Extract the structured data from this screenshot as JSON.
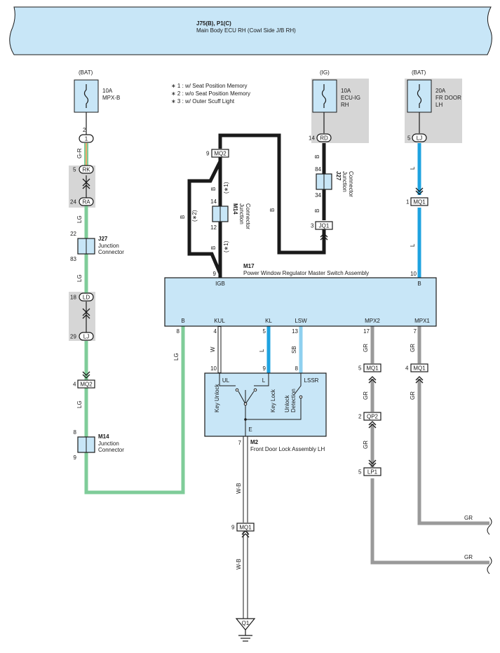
{
  "banner": {
    "code": "J75(B), P1(C)",
    "name": "Main Body ECU RH (Cowl Side J/B RH)"
  },
  "legend": [
    "∗ 1 : w/ Seat Position Memory",
    "∗ 2 : w/o Seat Position Memory",
    "∗ 3 : w/ Outer Scuff Light"
  ],
  "fuses": {
    "mpxb": {
      "source": "(BAT)",
      "line1": "10A",
      "line2": "MPX-B",
      "line3": ""
    },
    "ecuig": {
      "source": "(IG)",
      "line1": "10A",
      "line2": "ECU-IG",
      "line3": "RH"
    },
    "frdoor": {
      "source": "(BAT)",
      "line1": "20A",
      "line2": "FR DOOR",
      "line3": "LH"
    }
  },
  "connectors": {
    "c1": {
      "label": "1",
      "pin": "2"
    },
    "rk": {
      "label": "RK",
      "pin": "5"
    },
    "ra": {
      "label": "RA",
      "pin": "24"
    },
    "ld": {
      "label": "LD",
      "pin": "18"
    },
    "lj_left": {
      "label": "LJ",
      "pin": "29"
    },
    "mq2_left": {
      "label": "MQ2",
      "pin": "4"
    },
    "mq2_top": {
      "label": "MQ2",
      "pin": "9"
    },
    "rd": {
      "label": "RD",
      "pin": "14"
    },
    "jq1": {
      "label": "JQ1",
      "pin": "3"
    },
    "lj_right": {
      "label": "LJ",
      "pin": "5"
    },
    "mq1_right": {
      "label": "MQ1",
      "pin": "1"
    },
    "mq1_mpx2": {
      "label": "MQ1",
      "pin": "5"
    },
    "mq1_mpx1": {
      "label": "MQ1",
      "pin": "4"
    },
    "qp2": {
      "label": "QP2",
      "pin": "2"
    },
    "lp1": {
      "label": "LP1",
      "pin": "5"
    },
    "mq1_bottom": {
      "label": "MQ1",
      "pin": "9"
    },
    "ground": {
      "label": "Q1"
    }
  },
  "junctions": {
    "j27_left": {
      "code": "J27",
      "name1": "Junction",
      "name2": "Connector",
      "pin_in": "22",
      "pin_out": "83"
    },
    "m14_left": {
      "code": "M14",
      "name1": "Junction",
      "name2": "Connector",
      "pin_in": "8",
      "pin_out": "9"
    },
    "m14_center": {
      "code": "M14",
      "name1": "Junction",
      "name2": "Connector",
      "pin_in": "14",
      "pin_out": "12"
    },
    "j27_right": {
      "code": "J27",
      "name1": "Junction",
      "name2": "Connector",
      "pin_in": "84",
      "pin_out": "34"
    }
  },
  "m17": {
    "code": "M17",
    "name": "Power Window Regulator Master Switch Assembly",
    "top_pins": [
      {
        "label": "IGB",
        "pin": "9"
      },
      {
        "label": "B",
        "pin": "10"
      }
    ],
    "bottom_pins": [
      {
        "label": "B",
        "pin": "8"
      },
      {
        "label": "KUL",
        "pin": "4"
      },
      {
        "label": "KL",
        "pin": "5"
      },
      {
        "label": "LSW",
        "pin": "13"
      },
      {
        "label": "MPX2",
        "pin": "17"
      },
      {
        "label": "MPX1",
        "pin": "7"
      }
    ]
  },
  "m2": {
    "code": "M2",
    "name": "Front Door Lock Assembly LH",
    "terminals": [
      "UL",
      "L",
      "LSSR",
      "E"
    ],
    "pins": [
      "10",
      "9",
      "8",
      "7"
    ],
    "switches": [
      "Key Unlock",
      "Key Lock",
      "Unlock",
      "Detection"
    ]
  },
  "wire_codes": {
    "gr_orange": "G-R",
    "lg": "LG",
    "b": "B",
    "w": "W",
    "l": "L",
    "sb": "SB",
    "gr": "GR",
    "wb": "W-B"
  },
  "variant_marks": {
    "s1": "(∗1)",
    "s2": "(∗2)"
  },
  "colors": {
    "banner_fill": "#c8e6f7",
    "component_fill": "#c8e6f7",
    "fuse_area": "#d6d6d6",
    "wire_black": "#1a1a1a",
    "wire_blue": "#1fa3e0",
    "wire_lightgreen": "#7fcc99",
    "wire_lightblue": "#8fd0ef",
    "wire_gray": "#9a9a9a",
    "wire_white": "#ffffff",
    "wire_orange": "#e88a3a"
  }
}
